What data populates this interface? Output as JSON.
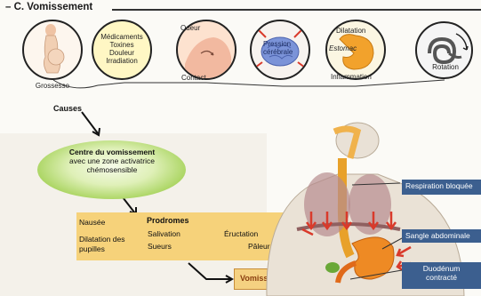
{
  "section_title": "C. Vomissement",
  "causes_label": "Causes",
  "causes": [
    {
      "label": "Grossesse",
      "icon": "pregnant-woman-icon"
    },
    {
      "label_lines": [
        "Médicaments",
        "Toxines",
        "Douleur",
        "Irradiation"
      ],
      "icon": "none"
    },
    {
      "label_top": "Odeur",
      "label_bottom": "Contact",
      "icon": "nose-contact-icon"
    },
    {
      "label_lines": [
        "Pression",
        "cérébrale"
      ],
      "icon": "brain-icon"
    },
    {
      "label_top": "Dilatation",
      "label_mid": "Estomac",
      "label_bottom": "Inflammation",
      "icon": "stomach-icon"
    },
    {
      "label": "Rotation",
      "icon": "inner-ear-icon"
    }
  ],
  "centre": {
    "title": "Centre du vomissement",
    "line2": "avec une zone activatrice",
    "line3": "chémosensible"
  },
  "prodromes": {
    "title": "Prodromes",
    "items": [
      "Nausée",
      "Salivation",
      "Éructation",
      "Dilatation des",
      "pupilles",
      "Sueurs",
      "Pâleur"
    ]
  },
  "result": "Vomissement",
  "body_labels": {
    "respiration": "Respiration bloquée",
    "sangle": "Sangle abdominale",
    "duodenum_line1": "Duodénum",
    "duodenum_line2": "contracté"
  },
  "colors": {
    "arrow_red": "#d93a2b",
    "label_blue": "#3c5f8f",
    "prodromes_yellow": "#f6d27a",
    "centre_green": "#9fcf4f"
  }
}
